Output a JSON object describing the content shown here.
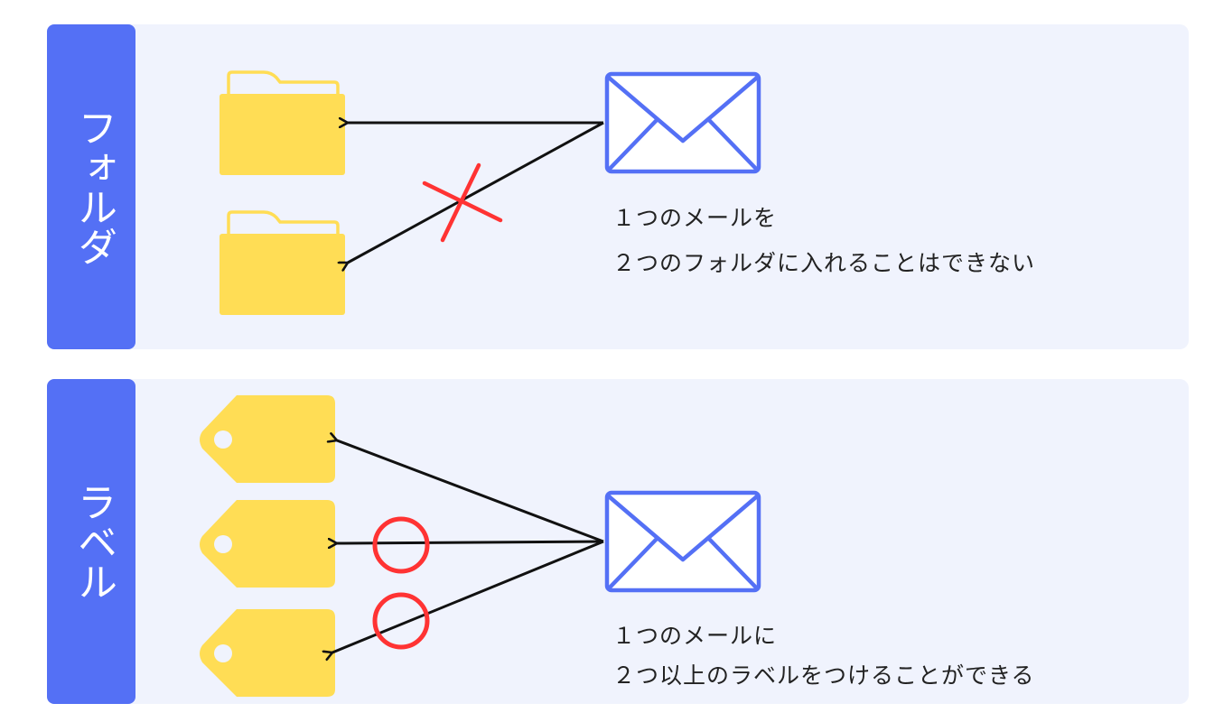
{
  "colors": {
    "accent": "#5470f5",
    "panel_bg": "#f0f3fd",
    "icon_yellow": "#ffdd55",
    "mail_blue": "#5470f5",
    "mark_red": "#ff3333",
    "arrow": "#111111"
  },
  "folder_section": {
    "label": "フォルダ",
    "note_line1": "１つのメールを",
    "note_line2": "２つのフォルダに入れることはできない",
    "icons": [
      "folder-icon",
      "folder-icon",
      "envelope-icon",
      "cross-mark-icon"
    ]
  },
  "label_section": {
    "label": "ラベル",
    "note_line1": "１つのメールに",
    "note_line2": "２つ以上のラベルをつけることができる",
    "icons": [
      "tag-icon",
      "tag-icon",
      "tag-icon",
      "envelope-icon",
      "circle-mark-icon",
      "circle-mark-icon"
    ]
  }
}
